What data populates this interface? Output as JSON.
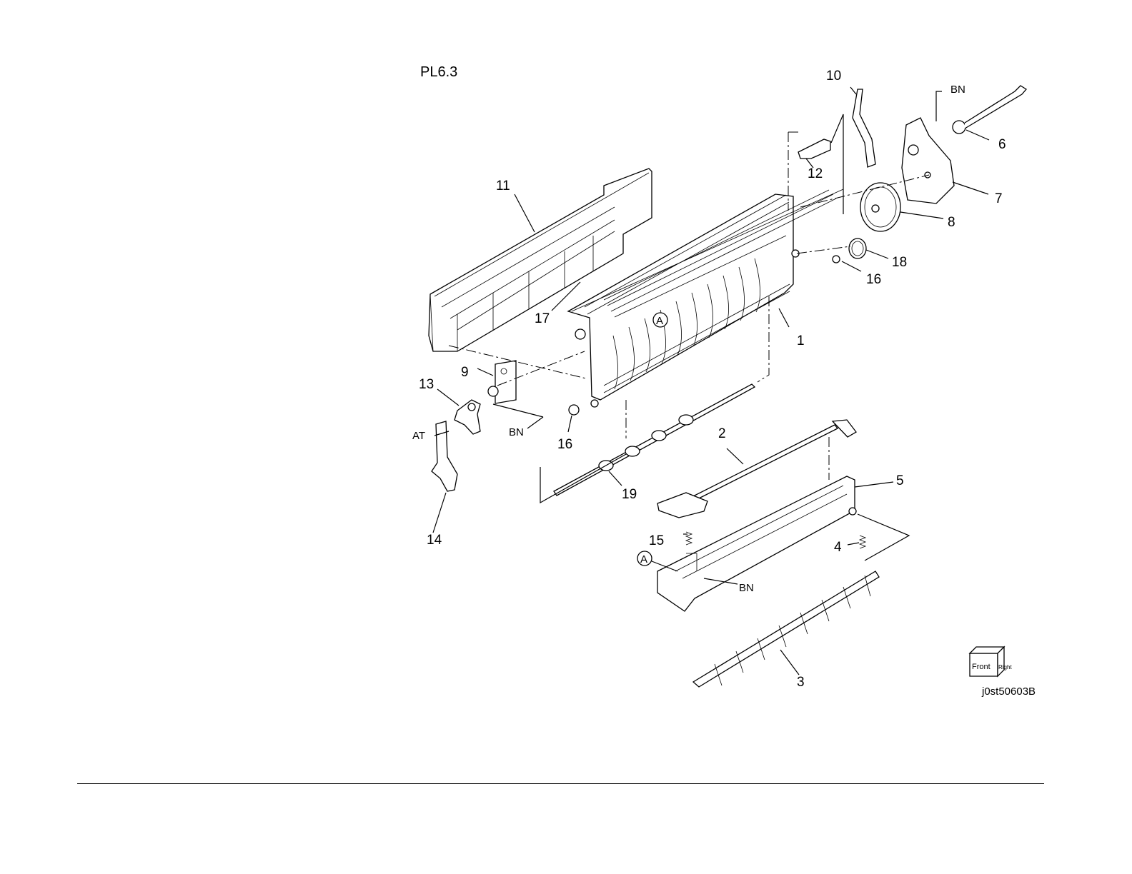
{
  "plate": {
    "title": "PL6.3",
    "figure_id": "j0st50603B"
  },
  "callouts": {
    "c1": "1",
    "c2": "2",
    "c3": "3",
    "c4": "4",
    "c5": "5",
    "c6": "6",
    "c7": "7",
    "c8": "8",
    "c9": "9",
    "c10": "10",
    "c11": "11",
    "c12": "12",
    "c13": "13",
    "c14": "14",
    "c15": "15",
    "c16a": "16",
    "c16b": "16",
    "c17": "17",
    "c18": "18",
    "c19": "19"
  },
  "refs": {
    "bn_top": "BN",
    "bn_left": "BN",
    "bn_bottom": "BN",
    "at": "AT",
    "a_top": "A",
    "a_bottom": "A"
  },
  "orientation_cube": {
    "front": "Front",
    "right": "Right"
  }
}
